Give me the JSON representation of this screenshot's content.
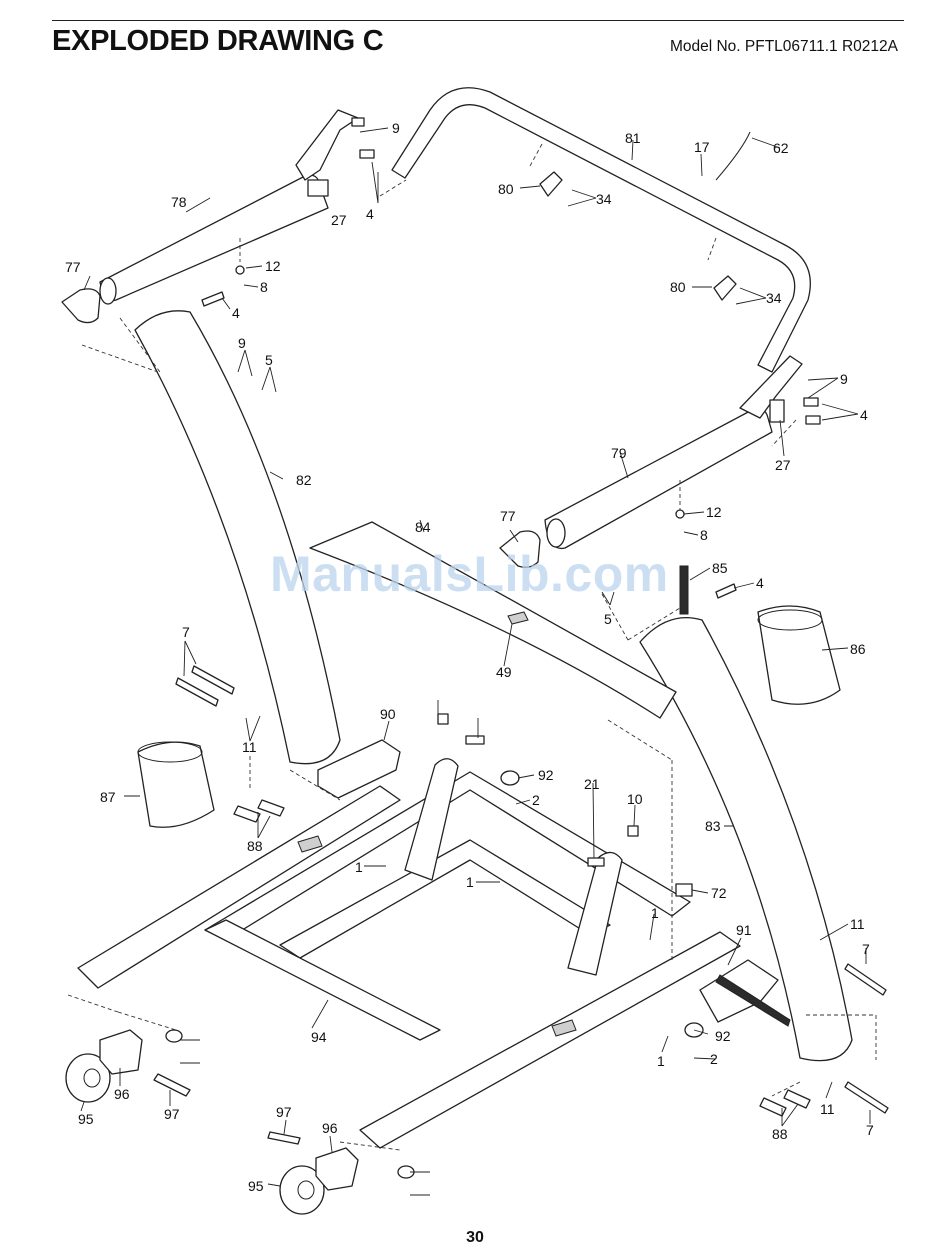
{
  "header": {
    "title": "EXPLODED DRAWING C",
    "model": "Model No.  PFTL06711.1 R0212A"
  },
  "watermark": "ManualsLib.com",
  "page_number": "30",
  "callouts": {
    "c9a": "9",
    "c4a": "4",
    "c27a": "27",
    "c78": "78",
    "c77a": "77",
    "c12a": "12",
    "c8a": "8",
    "c4b": "4",
    "c9b": "9",
    "c5a": "5",
    "c82": "82",
    "c81": "81",
    "c17": "17",
    "c62": "62",
    "c80a": "80",
    "c34a": "34",
    "c80b": "80",
    "c34b": "34",
    "c9c": "9",
    "c4c": "4",
    "c27b": "27",
    "c79": "79",
    "c12b": "12",
    "c8b": "8",
    "c77b": "77",
    "c84": "84",
    "c49": "49",
    "c85": "85",
    "c4d": "4",
    "c5b": "5",
    "c86": "86",
    "c7a": "7",
    "c11a": "11",
    "c90": "90",
    "c87": "87",
    "c88a": "88",
    "c92a": "92",
    "c2a": "2",
    "c21": "21",
    "c10": "10",
    "c83": "83",
    "c1a": "1",
    "c1b": "1",
    "c72": "72",
    "c1c": "1",
    "c91": "91",
    "c11b": "11",
    "c7b": "7",
    "c94": "94",
    "c96a": "96",
    "c95a": "95",
    "c97a": "97",
    "c92b": "92",
    "c1d": "1",
    "c2b": "2",
    "c11c": "11",
    "c88b": "88",
    "c7c": "7",
    "c97b": "97",
    "c96b": "96",
    "c95b": "95"
  }
}
